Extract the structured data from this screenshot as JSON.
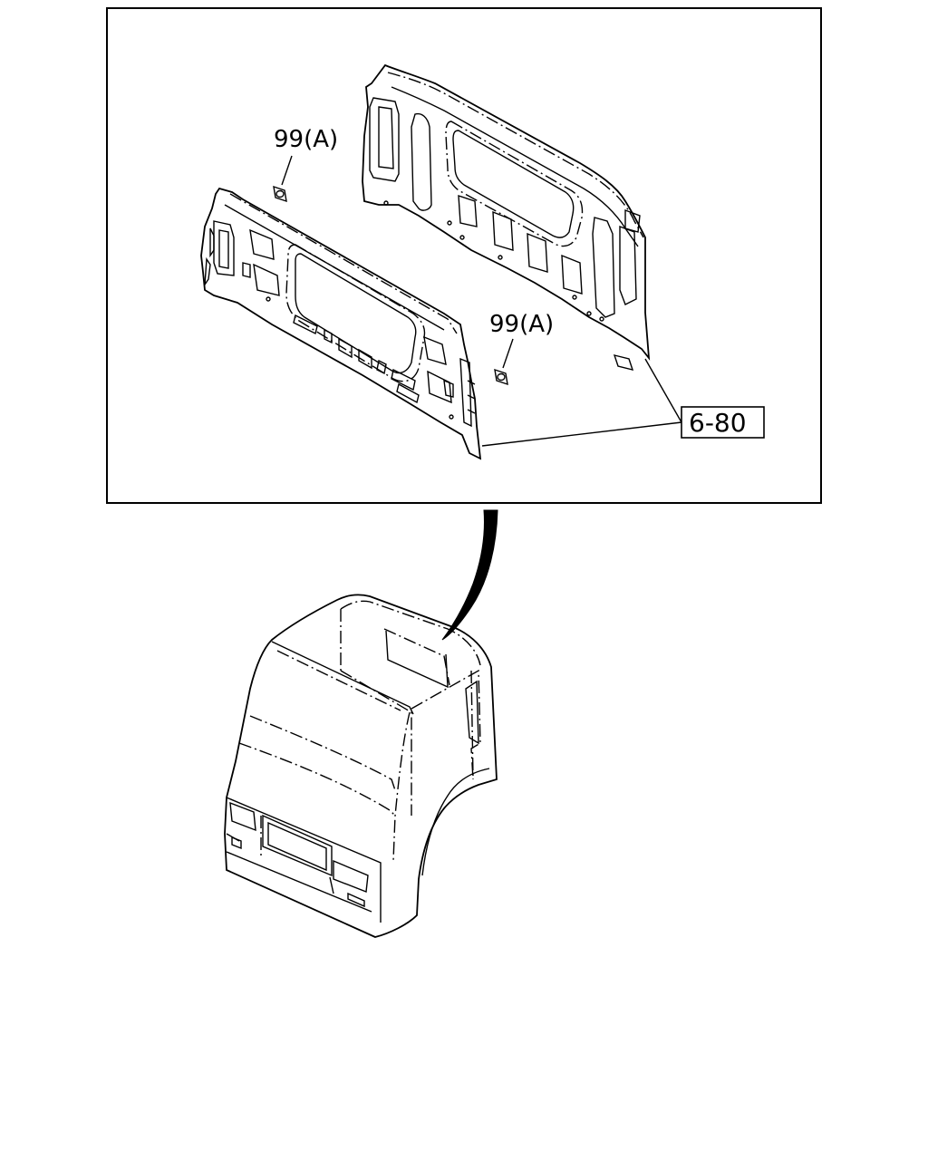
{
  "callouts": {
    "part_a_upper": "99(A)",
    "part_a_lower": "99(A)",
    "reference": "6-80"
  },
  "colors": {
    "line": "#000000",
    "background": "#ffffff"
  }
}
